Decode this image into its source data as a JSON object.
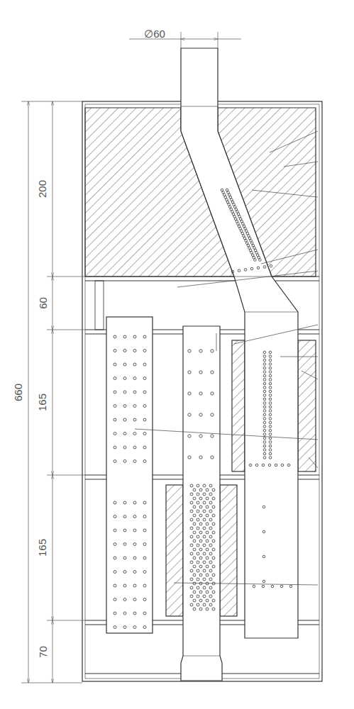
{
  "diagram": {
    "labels": [
      "∅60",
      "200",
      "60",
      "165",
      "165",
      "70",
      "660"
    ]
  }
}
